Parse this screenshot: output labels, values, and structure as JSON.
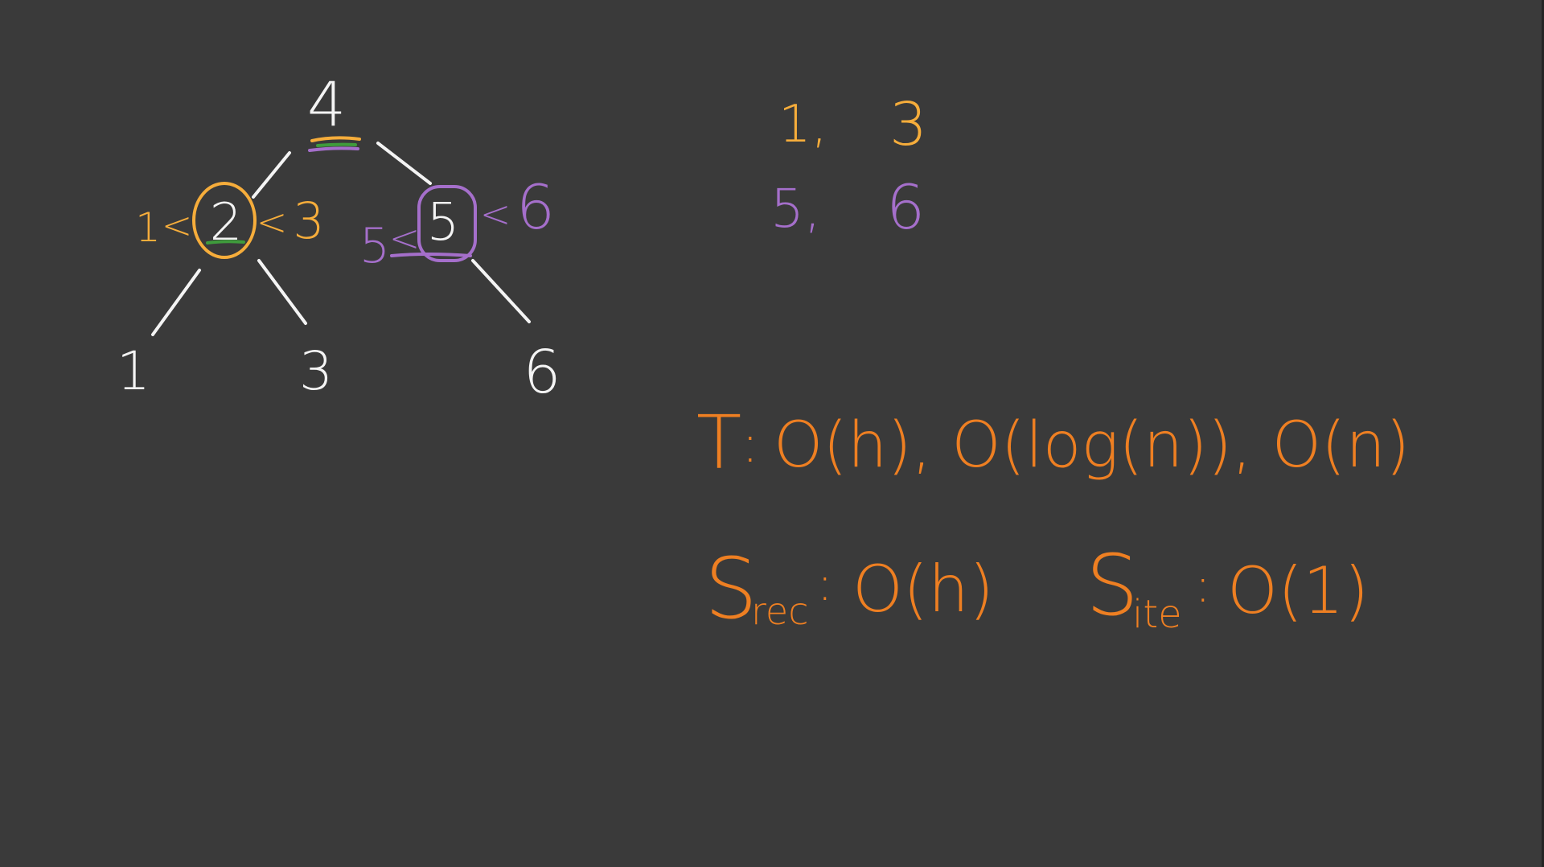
{
  "tree": {
    "root": "4",
    "left": "2",
    "right": "5",
    "left_left": "1",
    "left_right": "3",
    "right_right": "6"
  },
  "annotations": {
    "left_bound_low": "1",
    "left_bound_lt": "<",
    "left_bound_lt_high": "<",
    "left_bound_high": "3",
    "right_bound_low": "5",
    "right_bound_lt": "<",
    "right_bound_lt_high": "<",
    "right_bound_high": "6"
  },
  "pairs": {
    "row1_a": "1,",
    "row1_b": "3",
    "row2_a": "5,",
    "row2_b": "6"
  },
  "complexity": {
    "time_label": "T",
    "time_colon": ":",
    "time_value": "O(h), O(log(n)), O(n)",
    "space_rec_label": "S",
    "space_rec_sub": "rec",
    "space_rec_colon": ":",
    "space_rec_value": "O(h)",
    "space_ite_label": "S",
    "space_ite_sub": "ite",
    "space_ite_colon": ":",
    "space_ite_value": "O(1)"
  },
  "colors": {
    "background": "#3a3a3a",
    "white": "#f4f4f4",
    "yellow": "#f6ad3b",
    "purple": "#a56fcb",
    "orange": "#ee7f22",
    "green": "#3f9b3c"
  }
}
